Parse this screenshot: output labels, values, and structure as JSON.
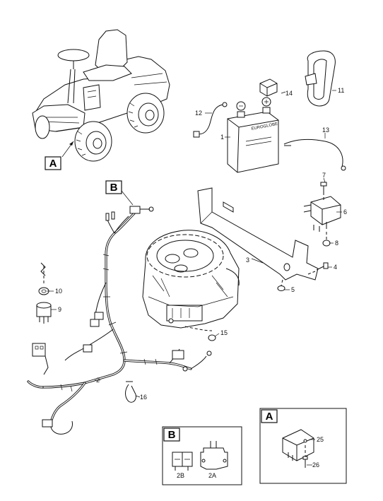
{
  "brand_label": "EUROGLOBE",
  "detail_a": {
    "key": "A"
  },
  "detail_b": {
    "key": "B"
  },
  "part_labels": [
    {
      "id": "p1",
      "text": "1"
    },
    {
      "id": "p2",
      "text": "2"
    },
    {
      "id": "p3",
      "text": "3"
    },
    {
      "id": "p4",
      "text": "4"
    },
    {
      "id": "p5",
      "text": "5"
    },
    {
      "id": "p6",
      "text": "6"
    },
    {
      "id": "p7",
      "text": "7"
    },
    {
      "id": "p8",
      "text": "8"
    },
    {
      "id": "p9",
      "text": "9"
    },
    {
      "id": "p10",
      "text": "10"
    },
    {
      "id": "p11",
      "text": "11"
    },
    {
      "id": "p12",
      "text": "12"
    },
    {
      "id": "p13",
      "text": "13"
    },
    {
      "id": "p14",
      "text": "14"
    },
    {
      "id": "p15",
      "text": "15"
    },
    {
      "id": "p16",
      "text": "16"
    },
    {
      "id": "p25",
      "text": "25"
    },
    {
      "id": "p26",
      "text": "26"
    },
    {
      "id": "p2A",
      "text": "2A"
    },
    {
      "id": "p2B",
      "text": "2B"
    }
  ]
}
